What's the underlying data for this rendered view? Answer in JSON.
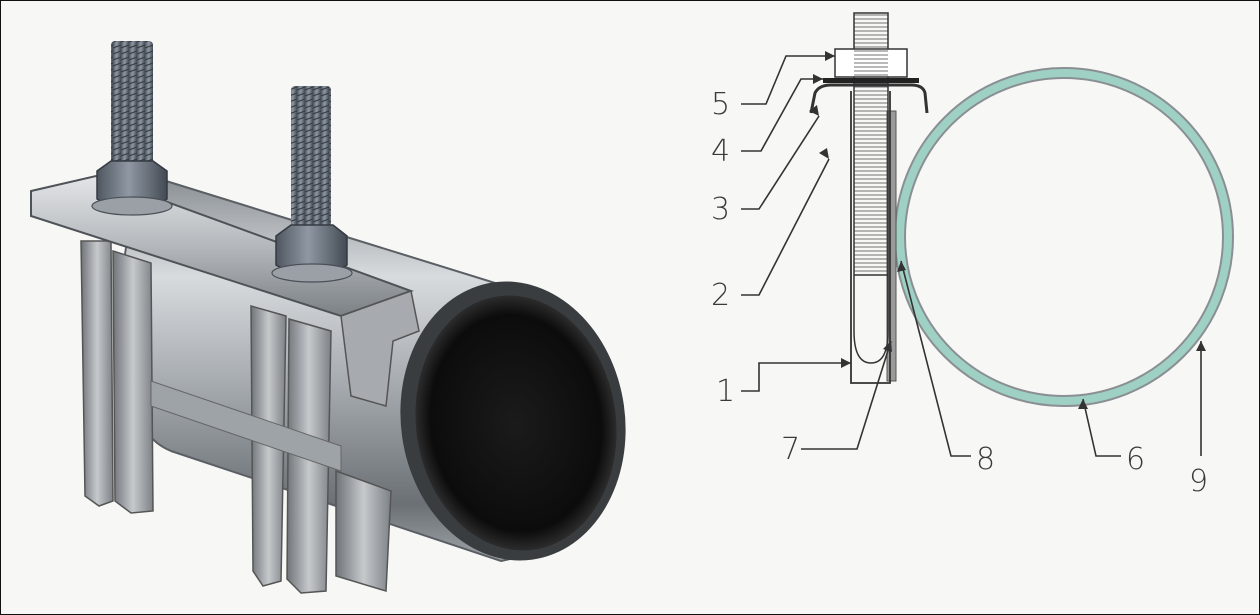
{
  "colors": {
    "background": "#f7f7f5",
    "steel_light": "#c9cccf",
    "steel_dark": "#5c6166",
    "bolt": "#6c7480",
    "pipe_bore": "#101010",
    "pipe_wall_fill": "#9fd0c4",
    "pipe_wall_outline": "#8a8f93",
    "line": "#333333"
  },
  "callouts": [
    {
      "id": "5",
      "label": "5"
    },
    {
      "id": "4",
      "label": "4"
    },
    {
      "id": "3",
      "label": "3"
    },
    {
      "id": "2",
      "label": "2"
    },
    {
      "id": "1",
      "label": "1"
    },
    {
      "id": "7",
      "label": "7"
    },
    {
      "id": "8",
      "label": "8"
    },
    {
      "id": "6",
      "label": "6"
    },
    {
      "id": "9",
      "label": "9"
    }
  ]
}
